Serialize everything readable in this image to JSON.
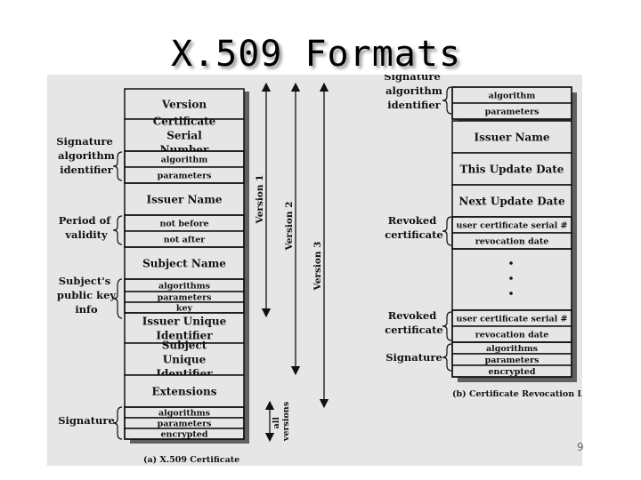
{
  "title": "X.509 Formats",
  "page_number": "9",
  "certificate": {
    "caption": "(a) X.509 Certificate",
    "fields": [
      "Version",
      "Certificate Serial Number",
      "algorithm",
      "parameters",
      "Issuer Name",
      "not before",
      "not after",
      "Subject Name",
      "algorithms",
      "parameters",
      "key",
      "Issuer Unique Identifier",
      "Subject Unique Identifier",
      "Extensions",
      "algorithms",
      "parameters",
      "encrypted"
    ],
    "side_labels": [
      "Signature algorithm identifier",
      "Period of validity",
      "Subject's public key info",
      "Signature"
    ],
    "versions": [
      "Version 1",
      "Version 2",
      "Version 3",
      "all versions"
    ]
  },
  "crl": {
    "caption": "(b) Certificate Revocation List",
    "fields": [
      "algorithm",
      "parameters",
      "Issuer Name",
      "This Update Date",
      "Next Update Date",
      "user certificate serial #",
      "revocation date",
      "user certificate serial #",
      "revocation date",
      "algorithms",
      "parameters",
      "encrypted"
    ],
    "side_labels": [
      "Signature algorithm identifier",
      "Revoked certificate",
      "Revoked certificate",
      "Signature"
    ]
  }
}
